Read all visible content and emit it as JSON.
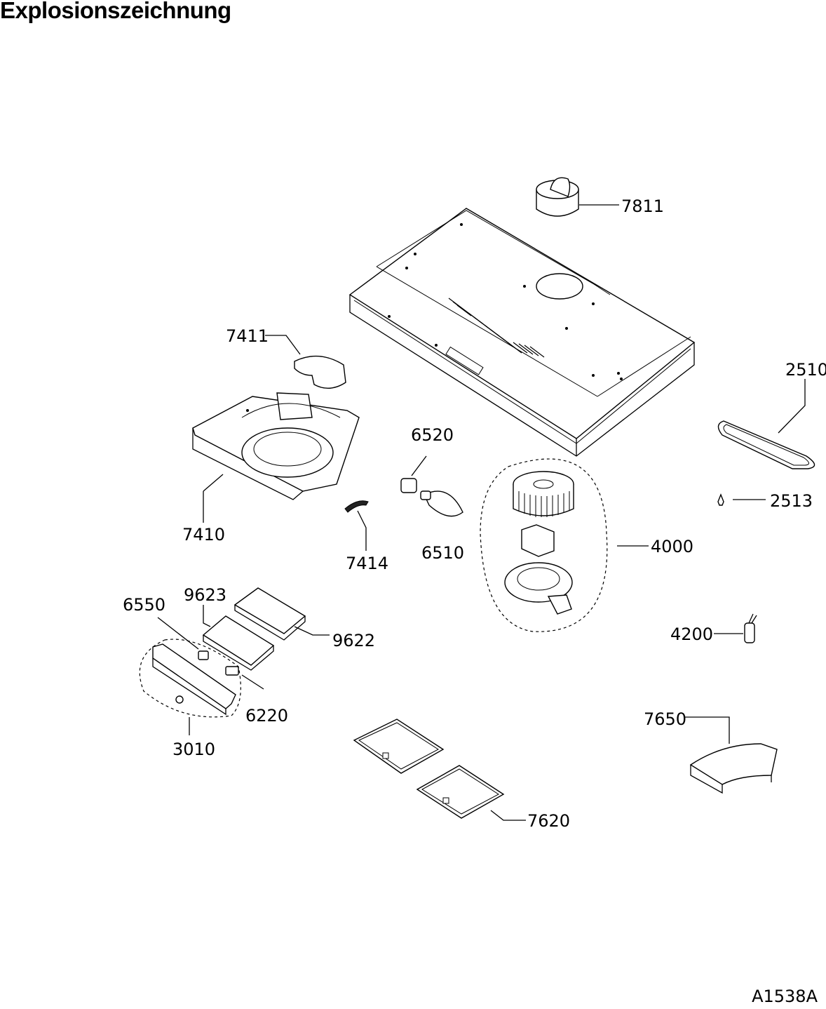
{
  "title": "Explosionszeichnung",
  "document_ref": "A1538A",
  "parts": [
    {
      "id": "7811",
      "label": "7811"
    },
    {
      "id": "7411",
      "label": "7411"
    },
    {
      "id": "2510",
      "label": "2510"
    },
    {
      "id": "6520",
      "label": "6520"
    },
    {
      "id": "2513",
      "label": "2513"
    },
    {
      "id": "7410",
      "label": "7410"
    },
    {
      "id": "4000",
      "label": "4000"
    },
    {
      "id": "7414",
      "label": "7414"
    },
    {
      "id": "6510",
      "label": "6510"
    },
    {
      "id": "9623",
      "label": "9623"
    },
    {
      "id": "6550",
      "label": "6550"
    },
    {
      "id": "9622",
      "label": "9622"
    },
    {
      "id": "4200",
      "label": "4200"
    },
    {
      "id": "6220",
      "label": "6220"
    },
    {
      "id": "7650",
      "label": "7650"
    },
    {
      "id": "3010",
      "label": "3010"
    },
    {
      "id": "7620",
      "label": "7620"
    }
  ]
}
